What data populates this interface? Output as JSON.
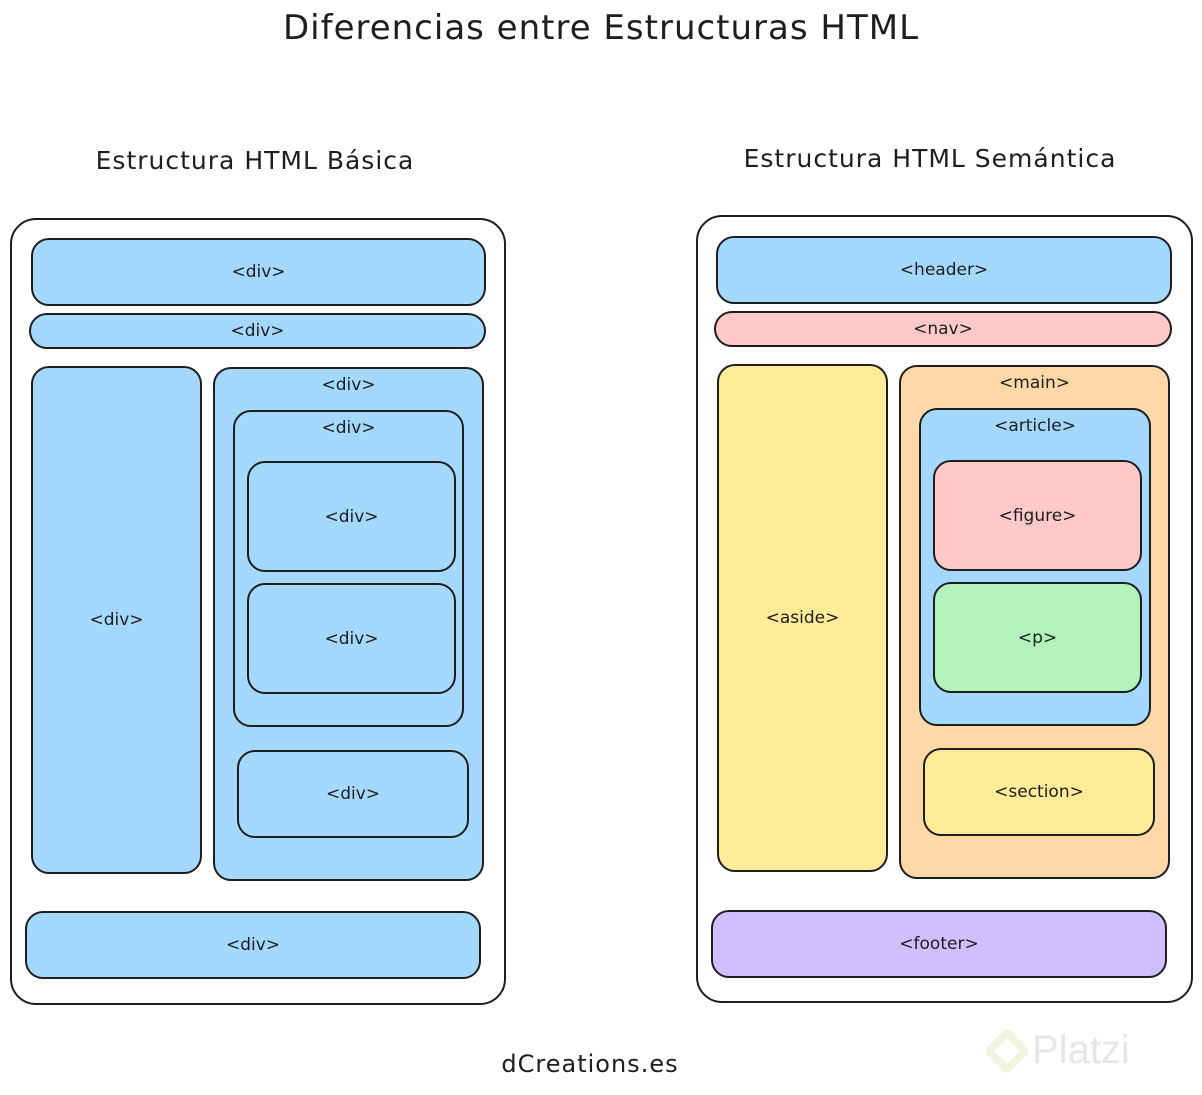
{
  "title": "Diferencias entre Estructuras HTML",
  "basic": {
    "heading": "Estructura HTML Básica",
    "header": "<div>",
    "nav": "<div>",
    "aside": "<div>",
    "main": "<div>",
    "article": "<div>",
    "figure": "<div>",
    "p": "<div>",
    "section": "<div>",
    "footer": "<div>"
  },
  "semantic": {
    "heading": "Estructura HTML Semántica",
    "header": "<header>",
    "nav": "<nav>",
    "aside": "<aside>",
    "main": "<main>",
    "article": "<article>",
    "figure": "<figure>",
    "p": "<p>",
    "section": "<section>",
    "footer": "<footer>"
  },
  "colors": {
    "blue": "#a5d8ff",
    "red": "#ffc9c9",
    "yellow": "#ffec99",
    "orange": "#ffd8a8",
    "green": "#b2f2bb",
    "purple": "#d0bfff"
  },
  "credit": "dCreations.es",
  "watermark": "Platzi"
}
